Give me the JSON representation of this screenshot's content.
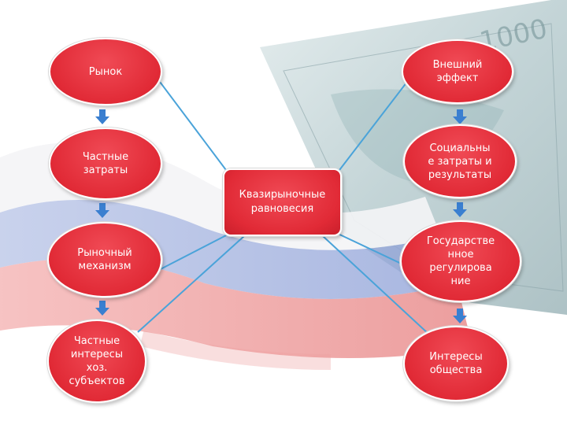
{
  "colors": {
    "node_fill": "#e12a36",
    "connector": "#4aa3d9",
    "arrow": "#3a7fd0",
    "text": "#ffffff"
  },
  "left_nodes": [
    {
      "label": "Рынок"
    },
    {
      "label": "Частные\nзатраты"
    },
    {
      "label": "Рыночный\nмеханизм"
    },
    {
      "label": "Частные\nинтересы\nхоз.\nсубъектов"
    }
  ],
  "right_nodes": [
    {
      "label": "Внешний\nэффект"
    },
    {
      "label": "Социальны\nе затраты и\nрезультаты"
    },
    {
      "label": "Государстве\nнное\nрегулирова\nние"
    },
    {
      "label": "Интересы\nобщества"
    }
  ],
  "center_node": {
    "label": "Квазирыночные\nравновесия"
  },
  "background": {
    "motifs": [
      "russian-flag",
      "banknote-1000"
    ]
  }
}
